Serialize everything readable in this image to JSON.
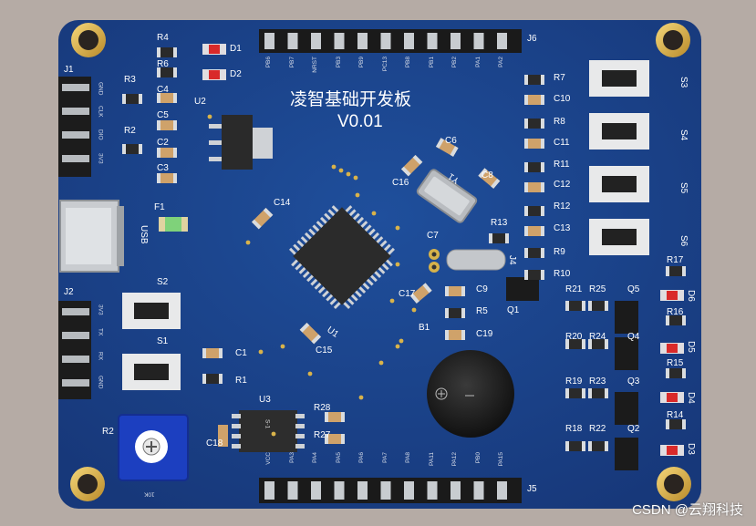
{
  "board": {
    "title": "凌智基础开发板",
    "version": "V0.01",
    "watermark": "CSDN @云翔科技"
  },
  "connectors": {
    "j1": "J1",
    "j2": "J2",
    "j5": "J5",
    "j6": "J6",
    "usb": "USB",
    "j1_pins": [
      "GND",
      "CLK",
      "DIO",
      "3V3"
    ],
    "j2_pins": [
      "3V3",
      "TX",
      "RX",
      "GND"
    ],
    "j6_pins": [
      "PB6",
      "PB7",
      "NRST",
      "PB3",
      "PB9",
      "PC13",
      "PB8",
      "PB1",
      "PB2",
      "PA1",
      "PA2"
    ],
    "j5_pins": [
      "VCC",
      "PA3",
      "PA4",
      "PA5",
      "PA6",
      "PA7",
      "PA8",
      "PA11",
      "PA12",
      "PB0",
      "PA15"
    ]
  },
  "labels": {
    "R4": "R4",
    "R6": "R6",
    "D1": "D1",
    "D2": "D2",
    "R3": "R3",
    "R2": "R2",
    "C4": "C4",
    "C5": "C5",
    "C2": "C2",
    "C3": "C3",
    "U2": "U2",
    "F1": "F1",
    "C14": "C14",
    "C16": "C16",
    "C6": "C6",
    "Y1": "Y1",
    "C8": "C8",
    "R13": "R13",
    "C7": "C7",
    "J4": "J4",
    "C17": "C17",
    "C9": "C9",
    "R5": "R5",
    "C19": "C19",
    "B1": "B1",
    "U1": "U1",
    "C15": "C15",
    "S2": "S2",
    "S1": "S1",
    "C1": "C1",
    "R1": "R1",
    "U3": "U3",
    "R28": "R28",
    "R27": "R27",
    "C18": "C18",
    "R2b": "R2",
    "R7": "R7",
    "C10": "C10",
    "R8": "R8",
    "C11": "C11",
    "R11": "R11",
    "C12": "C12",
    "R12": "R12",
    "C13": "C13",
    "R9": "R9",
    "R10": "R10",
    "S3": "S3",
    "S4": "S4",
    "S5": "S5",
    "S6": "S6",
    "R17": "R17",
    "D6": "D6",
    "R21": "R21",
    "R25": "R25",
    "Q5": "Q5",
    "Q1": "Q1",
    "R16": "R16",
    "D5": "D5",
    "R20": "R20",
    "R24": "R24",
    "Q4": "Q4",
    "R15": "R15",
    "D4": "D4",
    "R19": "R19",
    "R23": "R23",
    "Q3": "Q3",
    "R14": "R14",
    "D3": "D3",
    "R18": "R18",
    "R22": "R22",
    "Q2": "Q2",
    "u3chip": "S-1",
    "pot": "10K"
  }
}
